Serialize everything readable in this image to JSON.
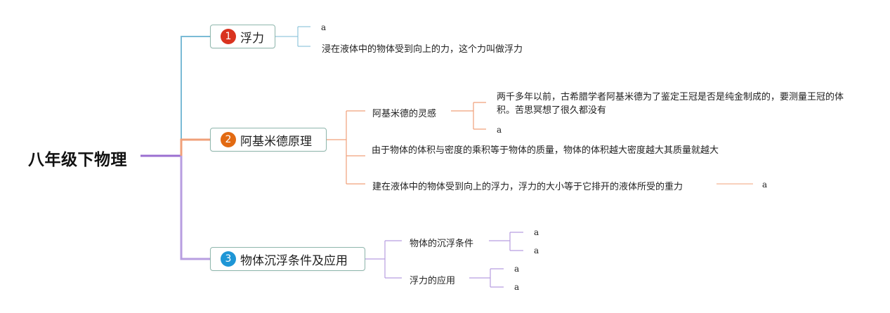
{
  "root": {
    "label": "八年级下物理",
    "color": "#9b6fd1"
  },
  "topics": [
    {
      "number": "1",
      "label": "浮力",
      "color": "#7bbbd6",
      "badge_color": "#d9331f",
      "details": [
        "a",
        "浸在液体中的物体受到向上的力，这个力叫做浮力"
      ]
    },
    {
      "number": "2",
      "label": "阿基米德原理",
      "color": "#f0a07a",
      "badge_color": "#e26a12",
      "subtopics": [
        {
          "label": "阿基米德的灵感",
          "details": [
            "两千多年以前，古希腊学者阿基米德为了鉴定王冠是否是纯金制成的，要测量王冠的体积。苦思冥想了很久都没有",
            "a"
          ]
        },
        {
          "label": "由于物体的体积与密度的乘积等于物体的质量，物体的体积越大密度越大其质量就越大"
        },
        {
          "label": "建在液体中的物体受到向上的浮力，浮力的大小等于它排开的液体所受的重力",
          "details": [
            "a"
          ]
        }
      ]
    },
    {
      "number": "3",
      "label": "物体沉浮条件及应用",
      "color": "#b79ee0",
      "badge_color": "#1e96d6",
      "subtopics": [
        {
          "label": "物体的沉浮条件",
          "details": [
            "a",
            "a"
          ]
        },
        {
          "label": "浮力的应用",
          "details": [
            "a",
            "a"
          ]
        }
      ]
    }
  ]
}
